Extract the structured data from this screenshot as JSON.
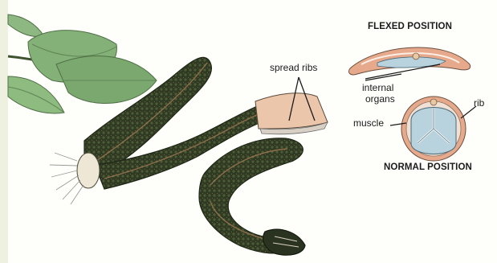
{
  "labels": {
    "flexed_position": "FLEXED POSITION",
    "normal_position": "NORMAL POSITION",
    "spread_ribs": "spread ribs",
    "internal": "internal",
    "organs": "organs",
    "muscle": "muscle",
    "rib": "rib"
  },
  "colors": {
    "scale_body": "#2f3a22",
    "scale_stripe": "#9a6f4e",
    "belly_skin": "#e8c2a8",
    "leaf": "#7fae72",
    "organs_fill": "#b9d3de",
    "background": "#fefefb",
    "page_margin": "#eef1e0"
  }
}
